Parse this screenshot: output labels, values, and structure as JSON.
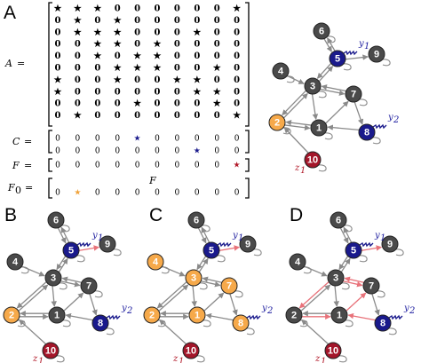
{
  "colors": {
    "gray": "#4a4a4a",
    "orange": "#f6a94a",
    "blue": "#1a1a8c",
    "red": "#a3162a",
    "edge": "#8a8a8a",
    "red_edge": "#e8727a",
    "star_blue": "#1a1a8c",
    "star_red": "#b21a2a",
    "star_orange": "#f0a23a"
  },
  "panels": {
    "A": {
      "label": "A"
    },
    "B": {
      "label": "B"
    },
    "C": {
      "label": "C"
    },
    "D": {
      "label": "D"
    }
  },
  "matrix_A": {
    "name": "A",
    "equals": "=",
    "rows": [
      [
        "★",
        "★",
        "★",
        "0",
        "0",
        "0",
        "0",
        "0",
        "0",
        "★"
      ],
      [
        "0",
        "★",
        "0",
        "★",
        "0",
        "0",
        "0",
        "0",
        "0",
        "0"
      ],
      [
        "0",
        "★",
        "★",
        "★",
        "0",
        "0",
        "0",
        "★",
        "0",
        "0"
      ],
      [
        "0",
        "0",
        "★",
        "★",
        "0",
        "★",
        "0",
        "0",
        "0",
        "0"
      ],
      [
        "0",
        "0",
        "★",
        "0",
        "★",
        "★",
        "0",
        "0",
        "0",
        "0"
      ],
      [
        "0",
        "0",
        "0",
        "★",
        "★",
        "★",
        "0",
        "0",
        "★",
        "0"
      ],
      [
        "★",
        "0",
        "0",
        "★",
        "0",
        "0",
        "★",
        "★",
        "0",
        "0"
      ],
      [
        "★",
        "0",
        "0",
        "0",
        "0",
        "0",
        "0",
        "★",
        "★",
        "0"
      ],
      [
        "0",
        "0",
        "0",
        "0",
        "★",
        "0",
        "0",
        "0",
        "★",
        "0"
      ],
      [
        "0",
        "★",
        "0",
        "0",
        "0",
        "0",
        "0",
        "0",
        "0",
        "★"
      ]
    ]
  },
  "matrix_C": {
    "name": "C",
    "equals": "=",
    "rows": [
      [
        "0",
        "0",
        "0",
        "0",
        "★",
        "0",
        "0",
        "0",
        "0",
        "0"
      ],
      [
        "0",
        "0",
        "0",
        "0",
        "0",
        "0",
        "0",
        "★",
        "0",
        "0"
      ]
    ]
  },
  "matrix_F": {
    "name": "F",
    "equals": "=",
    "row": [
      "0",
      "0",
      "0",
      "0",
      "0",
      "0",
      "0",
      "0",
      "0",
      "★"
    ]
  },
  "matrix_F0": {
    "name": "F",
    "subscript": "0",
    "equals": "=",
    "inner_label": "F",
    "row": [
      "0",
      "★",
      "0",
      "0",
      "0",
      "0",
      "0",
      "0",
      "0",
      "0"
    ]
  },
  "graph": {
    "nodes": [
      {
        "id": "1",
        "label": "1"
      },
      {
        "id": "2",
        "label": "2"
      },
      {
        "id": "3",
        "label": "3"
      },
      {
        "id": "4",
        "label": "4"
      },
      {
        "id": "5",
        "label": "5"
      },
      {
        "id": "6",
        "label": "6"
      },
      {
        "id": "7",
        "label": "7"
      },
      {
        "id": "8",
        "label": "8"
      },
      {
        "id": "9",
        "label": "9"
      },
      {
        "id": "10",
        "label": "10"
      }
    ],
    "output_labels": [
      {
        "id": "y1",
        "base": "y",
        "sub": "1",
        "node": "5"
      },
      {
        "id": "y2",
        "base": "y",
        "sub": "2",
        "node": "8"
      }
    ],
    "input_label": {
      "id": "z1",
      "base": "z",
      "sub": "1",
      "node": "10"
    },
    "panel_node_colors": {
      "A": {
        "1": "gray",
        "2": "orange",
        "3": "gray",
        "4": "gray",
        "5": "blue",
        "6": "gray",
        "7": "gray",
        "8": "blue",
        "9": "gray",
        "10": "red"
      },
      "B": {
        "1": "gray",
        "2": "orange",
        "3": "gray",
        "4": "gray",
        "5": "blue",
        "6": "gray",
        "7": "gray",
        "8": "blue",
        "9": "gray",
        "10": "red"
      },
      "C": {
        "1": "orange",
        "2": "orange",
        "3": "orange",
        "4": "orange",
        "5": "blue",
        "6": "gray",
        "7": "orange",
        "8": "orange",
        "9": "gray",
        "10": "red"
      },
      "D": {
        "1": "gray",
        "2": "gray",
        "3": "gray",
        "4": "gray",
        "5": "blue",
        "6": "gray",
        "7": "gray",
        "8": "blue",
        "9": "gray",
        "10": "red"
      }
    }
  }
}
